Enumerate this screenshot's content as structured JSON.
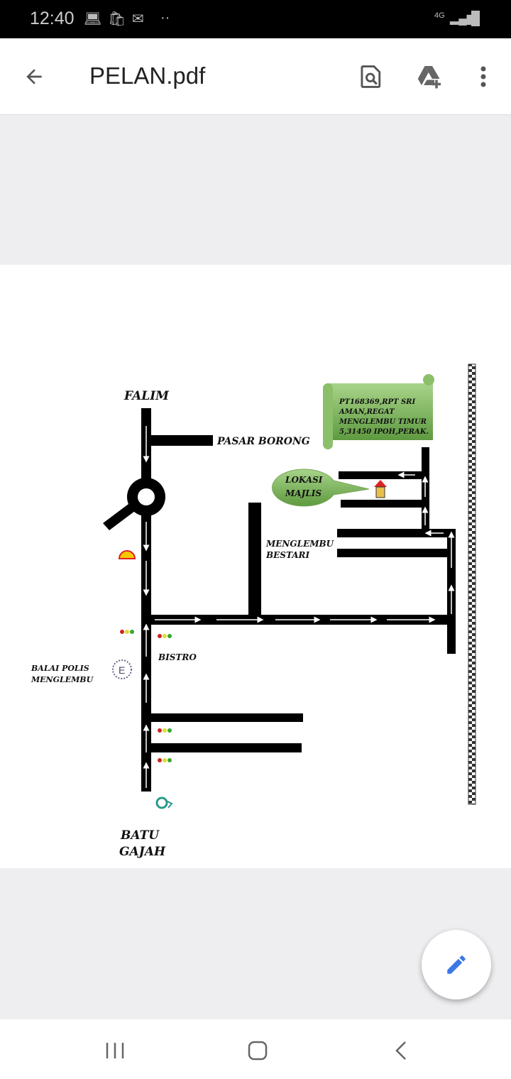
{
  "status_bar": {
    "time": "12:40",
    "network": "4G"
  },
  "app_bar": {
    "title": "PELAN.pdf"
  },
  "map": {
    "labels": {
      "falim": "FALIM",
      "pasar_borong": "PASAR BORONG",
      "menglembu_bestari_1": "MENGLEMBU",
      "menglembu_bestari_2": "BESTARI",
      "bistro": "BISTRO",
      "balai_polis_1": "BALAI POLIS",
      "balai_polis_2": "MENGLEMBU",
      "batu_gajah_1": "BATU",
      "batu_gajah_2": "GAJAH"
    },
    "address": [
      "PT168369,RPT SRI",
      "AMAN,REGAT",
      "MENGLEMBU TIMUR",
      "5,31450 IPOH,PERAK."
    ],
    "callout": [
      "LOKASI",
      "MAJLIS"
    ],
    "colors": {
      "scroll": "#8cbf6a",
      "callout": "#8cbf6a",
      "road": "#000000"
    }
  }
}
